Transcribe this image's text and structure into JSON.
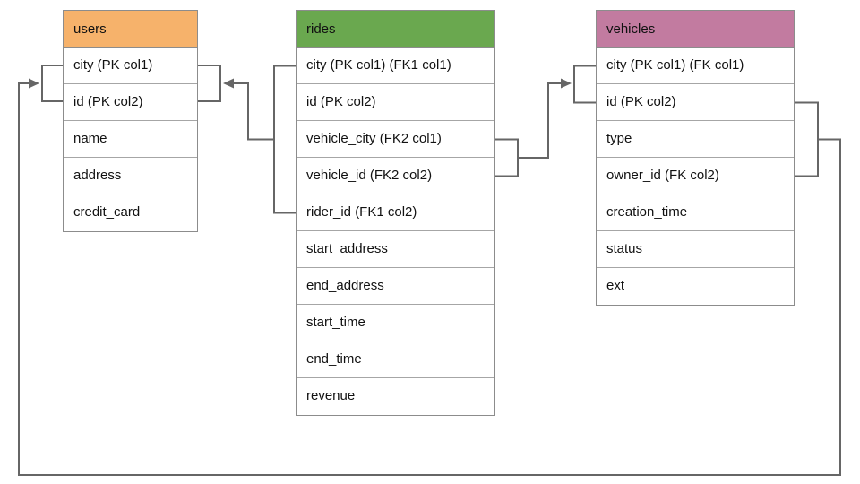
{
  "diagram": {
    "background_color": "#ffffff",
    "connector_color": "#666666",
    "tables": [
      {
        "name": "users",
        "title": "users",
        "header_color": "#F6B26B",
        "rows": [
          "city (PK col1)",
          "id (PK col2)",
          "name",
          "address",
          "credit_card"
        ]
      },
      {
        "name": "rides",
        "title": "rides",
        "header_color": "#6AA84F",
        "rows": [
          "city (PK col1) (FK1 col1)",
          "id (PK col2)",
          "vehicle_city (FK2 col1)",
          "vehicle_id (FK2 col2)",
          "rider_id (FK1 col2)",
          "start_address",
          "end_address",
          "start_time",
          "end_time",
          "revenue"
        ]
      },
      {
        "name": "vehicles",
        "title": "vehicles",
        "header_color": "#C27BA0",
        "rows": [
          "city (PK col1) (FK col1)",
          "id (PK col2)",
          "type",
          "owner_id (FK col2)",
          "creation_time",
          "status",
          "ext"
        ]
      }
    ],
    "relationships": [
      {
        "from_table": "rides",
        "from_columns": "city, rider_id",
        "to_table": "users",
        "to_columns": "city, id"
      },
      {
        "from_table": "rides",
        "from_columns": "vehicle_city, vehicle_id",
        "to_table": "vehicles",
        "to_columns": "city, id"
      },
      {
        "from_table": "vehicles",
        "from_columns": "id, owner_id",
        "to_table": "users",
        "to_columns": "city, id"
      }
    ]
  }
}
